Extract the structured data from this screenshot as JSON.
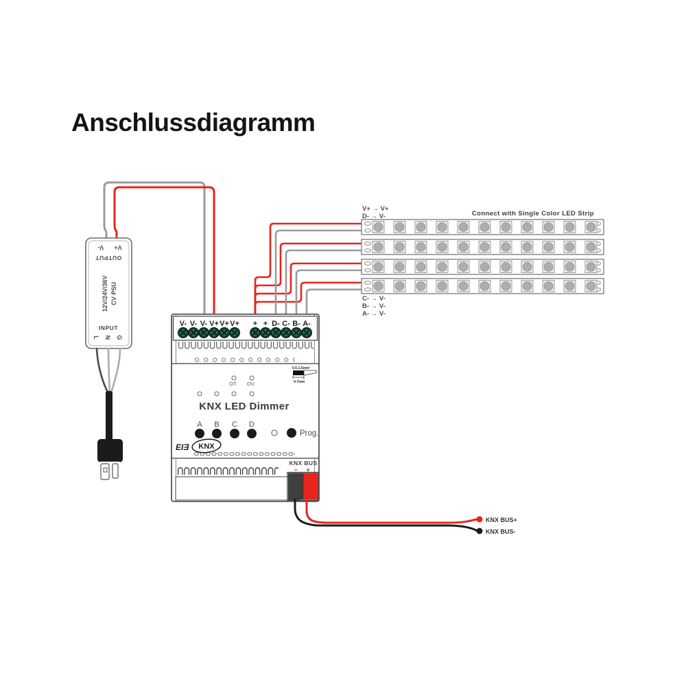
{
  "title": "Anschlussdiagramm",
  "psu": {
    "output_label": "OUTPUT",
    "output_neg": "V-",
    "output_pos": "V+",
    "model_line1": "12V/24V/36V",
    "model_line2": "CV PSU",
    "input_label": "INPUT",
    "input_terminals": [
      "L",
      "N",
      "G"
    ]
  },
  "dimmer": {
    "name": "KNX LED Dimmer",
    "terminals_left": [
      "V-",
      "V-",
      "V-",
      "V+",
      "V+",
      "V+"
    ],
    "terminals_right": [
      "+",
      "+",
      "D-",
      "C-",
      "B-",
      "A-"
    ],
    "indicators": {
      "ot": "OT.",
      "ov": "OV."
    },
    "channels": [
      "A",
      "B",
      "C",
      "D"
    ],
    "prog_label": "Prog.",
    "logo_eib": "EIƎ",
    "logo_knx": "KNX",
    "wire_spec_area": "0.5-1.5mm²",
    "wire_spec_strip": "4-7mm",
    "bus": {
      "label": "KNX BUS",
      "neg": "−",
      "pos": "+"
    }
  },
  "strips": {
    "caption": "Connect with Single Color LED Strip",
    "top_mappings": [
      "V+  →  V+",
      "D-  →  V-"
    ],
    "bottom_mappings": [
      "C-  →  V-",
      "B-  →  V-",
      "A-  →  V-"
    ]
  },
  "bus_wires": {
    "pos": "KNX BUS+",
    "neg": "KNX BUS-"
  },
  "colors": {
    "wire_red": "#e8231b",
    "wire_gray": "#9b9b9b",
    "wire_black": "#1b1b1b",
    "terminal_green": "#2d6b4f",
    "connector_red": "#e8251d",
    "connector_gray": "#3f3f3f"
  }
}
